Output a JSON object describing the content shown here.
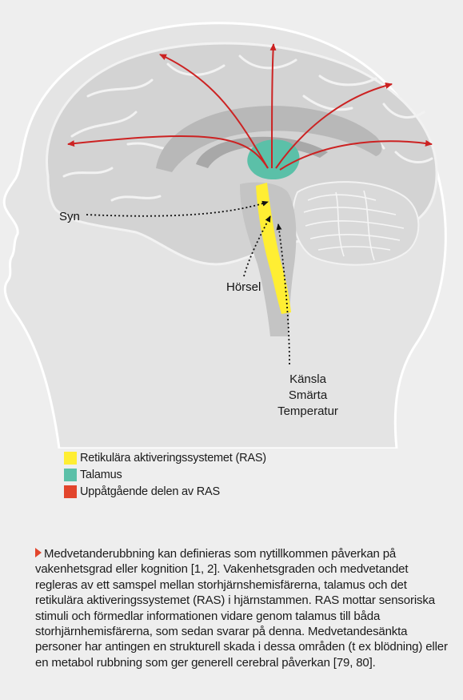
{
  "labels": {
    "syn": "Syn",
    "horsel": "Hörsel",
    "sensations": [
      "Känsla",
      "Smärta",
      "Temperatur"
    ]
  },
  "legend": [
    {
      "color": "#ffee33",
      "text": "Retikulära aktiveringssystemet (RAS)"
    },
    {
      "color": "#5bc0a8",
      "text": "Talamus"
    },
    {
      "color": "#e2452c",
      "text": "Uppåtgående delen av RAS"
    }
  ],
  "description": "Medvetanderubbning kan definieras som nytillkommen påverkan på vakenhetsgrad eller kognition [1, 2]. Vakenhetsgraden och medvetandet regleras av ett samspel mellan storhjärnshemisfärerna, talamus och det retikulära aktiveringssystemet (RAS) i hjärnstammen. RAS mottar sensoriska stimuli och förmedlar informationen vidare genom talamus till båda storhjärnhemisfärerna, som sedan svarar på denna. Medvetandesänkta personer har antingen en strukturell skada i dessa områden (t ex blödning) eller en metabol rubbning som ger generell cerebral påverkan [79, 80].",
  "colors": {
    "background": "#eeeeee",
    "head": "#e4e4e4",
    "head_outline": "#ffffff",
    "brain": "#d3d3d3",
    "brain_folds": "#f2f2f2",
    "corpus_callosum": "#b3b3b3",
    "thalamus": "#5bc0a8",
    "ras": "#ffee33",
    "arrows": "#cc2222"
  }
}
